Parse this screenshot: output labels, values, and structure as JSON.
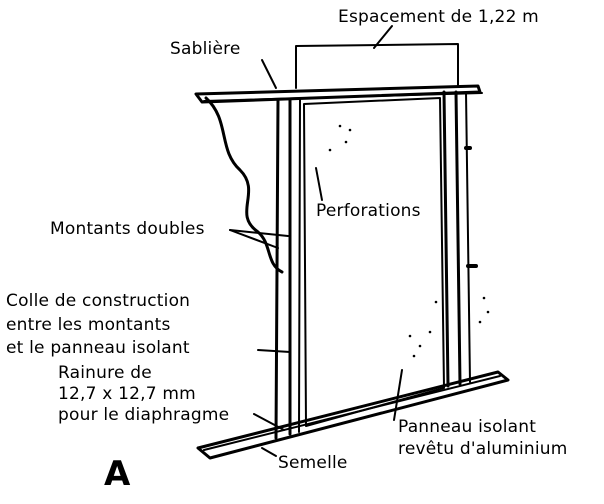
{
  "labels": {
    "spacing": "Espacement de 1,22 m",
    "top_plate": "Sablière",
    "perforations": "Perforations",
    "double_studs": "Montants doubles",
    "adhesive": [
      "Colle de construction",
      "entre les montants",
      "et le panneau isolant"
    ],
    "groove": [
      "Rainure de",
      "12,7 x 12,7 mm",
      "pour le diaphragme"
    ],
    "bottom_plate": "Semelle",
    "insulating_panel": [
      "Panneau isolant",
      "revêtu d'aluminium"
    ],
    "figure_letter": "A"
  }
}
